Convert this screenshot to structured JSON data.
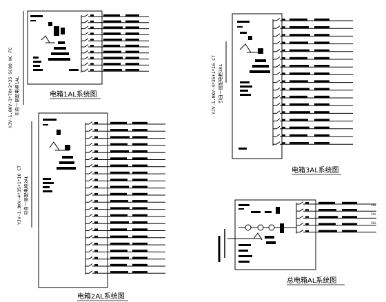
{
  "panels": [
    {
      "id": "1al",
      "caption": "电箱1AL系统图",
      "feeder_cable": "YJV-1.0KV-3*70+2*35 SC80 WC FC",
      "feeder_note": "引自一层配电柜1AL",
      "circuit_count": 10
    },
    {
      "id": "2al",
      "caption": "电箱2AL系统图",
      "feeder_cable": "YJV-1.0KV-4*35+1*16 CT",
      "feeder_note": "引自一层配电柜2AL",
      "circuit_count": 22
    },
    {
      "id": "3al",
      "caption": "电箱3AL系统图",
      "feeder_cable": "YJV-1.0KV-4*35+1*16 CT",
      "feeder_note": "引自一层配电柜3AL",
      "circuit_count": 17
    },
    {
      "id": "zal",
      "caption": "总电箱AL系统图",
      "right_labels": [
        "1AL",
        "2AL",
        "3AL"
      ],
      "circuit_count": 5
    }
  ]
}
